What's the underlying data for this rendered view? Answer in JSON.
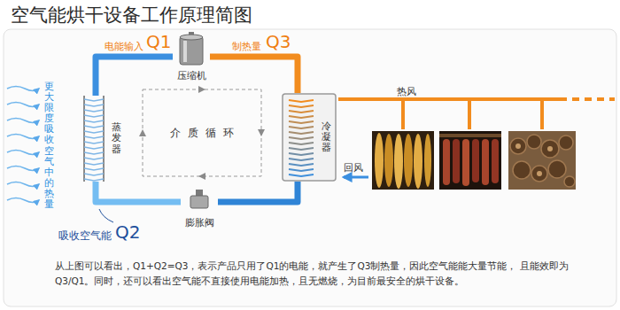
{
  "diagram": {
    "title": "空气能烘干设备工作原理简图",
    "caption": "从上图可以看出，Q1+Q2=Q3，表示产品只用了Q1的电能，就产生了Q3制热量，因此空气能能大量节能， 且能效即为Q3/Q1。同时，还可以看出空气能不直接使用电能加热，且无燃烧，为目前最安全的烘干设备。",
    "nodes": [
      {
        "text": [
          "蒸发器"
        ]
      },
      {
        "text": [
          "压缩机"
        ]
      },
      {
        "text": [
          "冷凝器"
        ]
      },
      {
        "text": [
          "膨胀阀"
        ]
      },
      {
        "text": [
          "介质循环"
        ]
      }
    ],
    "edges": [
      {
        "from": 0,
        "to": 1,
        "arrow": "none"
      },
      {
        "from": 1,
        "to": 2,
        "arrow": "none"
      },
      {
        "from": 2,
        "to": 3,
        "arrow": "none"
      },
      {
        "from": 3,
        "to": 0,
        "arrow": "none"
      }
    ],
    "labels": [
      "电能输入",
      "Q1",
      "制热量",
      "Q3",
      "更大限度吸收空气中的热量",
      "吸收空气能",
      "Q2",
      "热风",
      "回风"
    ]
  }
}
